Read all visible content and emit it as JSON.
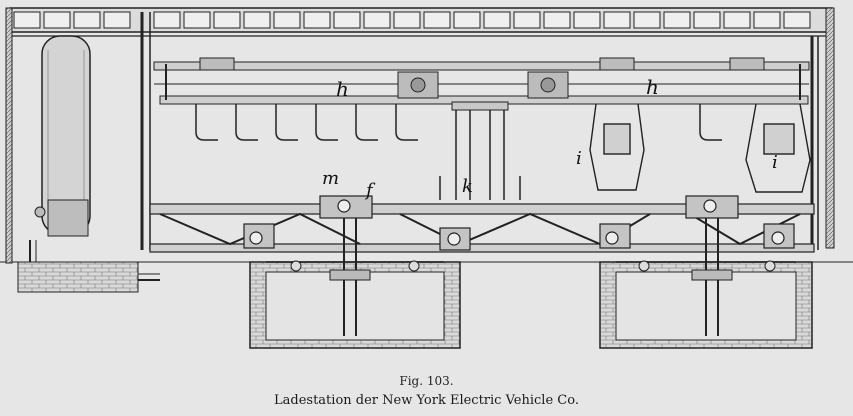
{
  "figure": {
    "number": "Fig. 103.",
    "caption": "Ladestation der New York Electric Vehicle Co.",
    "labels": {
      "h_left": "h",
      "h_right": "h",
      "i_left": "i",
      "i_right": "i",
      "m": "m",
      "f": "f",
      "k": "k"
    }
  }
}
